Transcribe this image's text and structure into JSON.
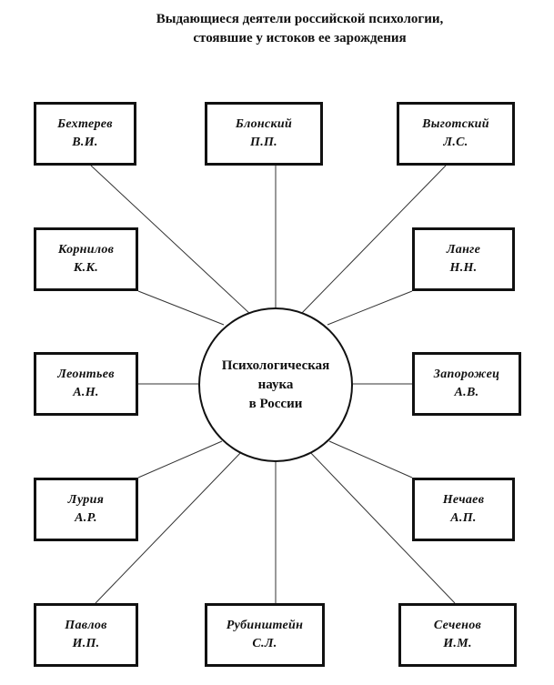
{
  "title": {
    "line1": "Выдающиеся деятели российской психологии,",
    "line2": "стоявшие у истоков ее зарождения"
  },
  "center": {
    "line1": "Психологическая",
    "line2": "наука",
    "line3": "в России"
  },
  "people": {
    "bekhterev": {
      "surname": "Бехтерев",
      "initials": "В.И."
    },
    "blonsky": {
      "surname": "Блонский",
      "initials": "П.П."
    },
    "vygotsky": {
      "surname": "Выготский",
      "initials": "Л.С."
    },
    "kornilov": {
      "surname": "Корнилов",
      "initials": "К.К."
    },
    "lange": {
      "surname": "Ланге",
      "initials": "Н.Н."
    },
    "leontiev": {
      "surname": "Леонтьев",
      "initials": "А.Н."
    },
    "zaporozhets": {
      "surname": "Запорожец",
      "initials": "А.В."
    },
    "luria": {
      "surname": "Лурия",
      "initials": "А.Р."
    },
    "nechaev": {
      "surname": "Нечаев",
      "initials": "А.П."
    },
    "pavlov": {
      "surname": "Павлов",
      "initials": "И.П."
    },
    "rubinstein": {
      "surname": "Рубинштейн",
      "initials": "С.Л."
    },
    "sechenov": {
      "surname": "Сеченов",
      "initials": "И.М."
    }
  }
}
